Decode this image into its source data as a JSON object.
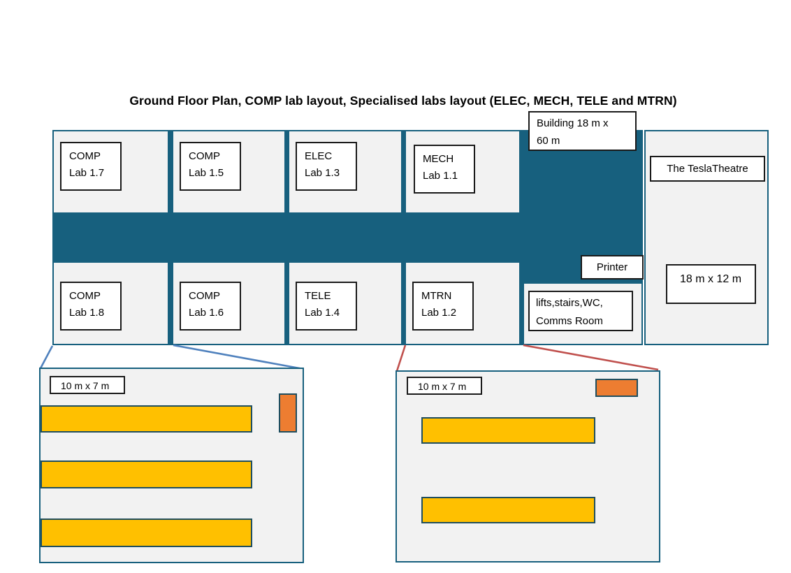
{
  "title": "Ground Floor Plan, COMP lab layout, Specialised labs layout (ELEC, MECH, TELE and MTRN)",
  "colors": {
    "corridor_teal": "#17607E",
    "room_fill": "#F2F2F2",
    "bench_yellow": "#FFC000",
    "equipment_orange": "#ED7D31",
    "bench_border": "#1F4E5F",
    "callout_blue": "#4F81BD",
    "callout_red": "#C0504D"
  },
  "building": {
    "size_label_line1": "Building 18 m x",
    "size_label_line2": "60 m",
    "top_rooms": [
      {
        "line1": "COMP",
        "line2": "Lab 1.7"
      },
      {
        "line1": "COMP",
        "line2": "Lab 1.5"
      },
      {
        "line1": "ELEC",
        "line2": "Lab 1.3"
      },
      {
        "line1": "MECH",
        "line2": "Lab 1.1"
      }
    ],
    "bottom_rooms": [
      {
        "line1": "COMP",
        "line2": "Lab 1.8"
      },
      {
        "line1": "COMP",
        "line2": "Lab 1.6"
      },
      {
        "line1": "TELE",
        "line2": "Lab 1.4"
      },
      {
        "line1": "MTRN",
        "line2": "Lab 1.2"
      }
    ],
    "printer_label": "Printer",
    "services_line1": "lifts,stairs,WC,",
    "services_line2": "Comms Room",
    "theatre_label": "The TeslaTheatre",
    "theatre_dimensions": "18 m x 12 m"
  },
  "details": {
    "comp_lab": {
      "dimensions": "10 m x 7 m",
      "bench_count": 3,
      "desk_count": 1
    },
    "specialised_lab": {
      "dimensions": "10 m x 7 m",
      "bench_count": 2,
      "desk_count": 1
    }
  }
}
